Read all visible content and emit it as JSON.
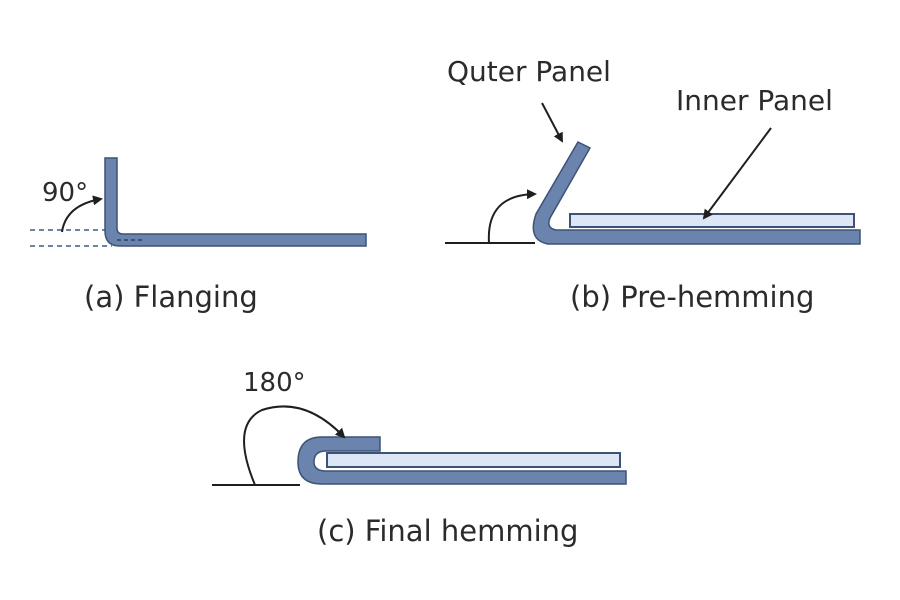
{
  "colors": {
    "panel_fill": "#6b84ad",
    "panel_stroke": "#3d5275",
    "inner_fill": "#dde6f4",
    "line": "#1f1f1f"
  },
  "panels": {
    "a": {
      "caption": "(a) Flanging",
      "angle": "90°"
    },
    "b": {
      "caption": "(b) Pre-hemming",
      "outer_label": "Quter Panel",
      "inner_label": "Inner Panel"
    },
    "c": {
      "caption": "(c) Final hemming",
      "angle": "180°"
    }
  }
}
